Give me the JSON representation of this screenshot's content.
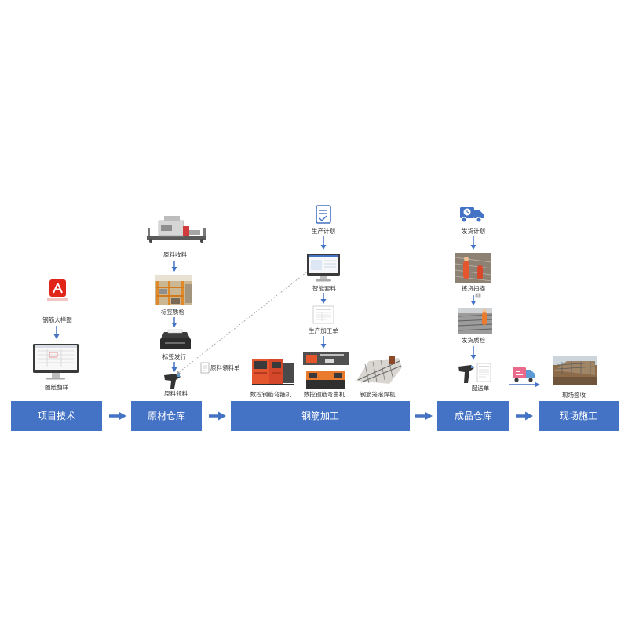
{
  "main_stages": {
    "project": "项目技术",
    "raw_warehouse": "原材仓库",
    "processing": "钢筋加工",
    "finished_warehouse": "成品仓库",
    "site": "现场施工"
  },
  "project_tech": {
    "detail_drawing": "钢筋大样图",
    "drawing_layout": "图纸翻样"
  },
  "raw_material": {
    "receiving": "原料收料",
    "label_qc": "标签质检",
    "label_issue": "标签发行",
    "picking": "原料领料",
    "picking_slip": "原料领料单"
  },
  "processing": {
    "plan": "生产计划",
    "nesting": "智能套料",
    "work_order": "生产加工单",
    "machines": [
      "数控钢筋弯箍机",
      "数控钢筋弯曲机",
      "钢筋笼滚焊机"
    ]
  },
  "finished": {
    "plan": "发货计划",
    "pick_scan": "拣货扫描",
    "shipping_qc": "发货质检",
    "delivery_note": "配送单"
  },
  "site": {
    "sign_off": "现场签收"
  },
  "colors": {
    "stage_fill": "#4472c4",
    "arrow": "#4472c4",
    "dotted_link": "#9a9a9a"
  },
  "icons": [
    "adobe-acrobat-icon",
    "monitor-icon",
    "receiving-machine-icon",
    "warehouse-photo",
    "label-printer-icon",
    "barcode-scanner-icon",
    "document-icon",
    "checklist-icon",
    "cnc-machine-image",
    "delivery-truck-icon",
    "rebar-photo",
    "site-photo"
  ]
}
